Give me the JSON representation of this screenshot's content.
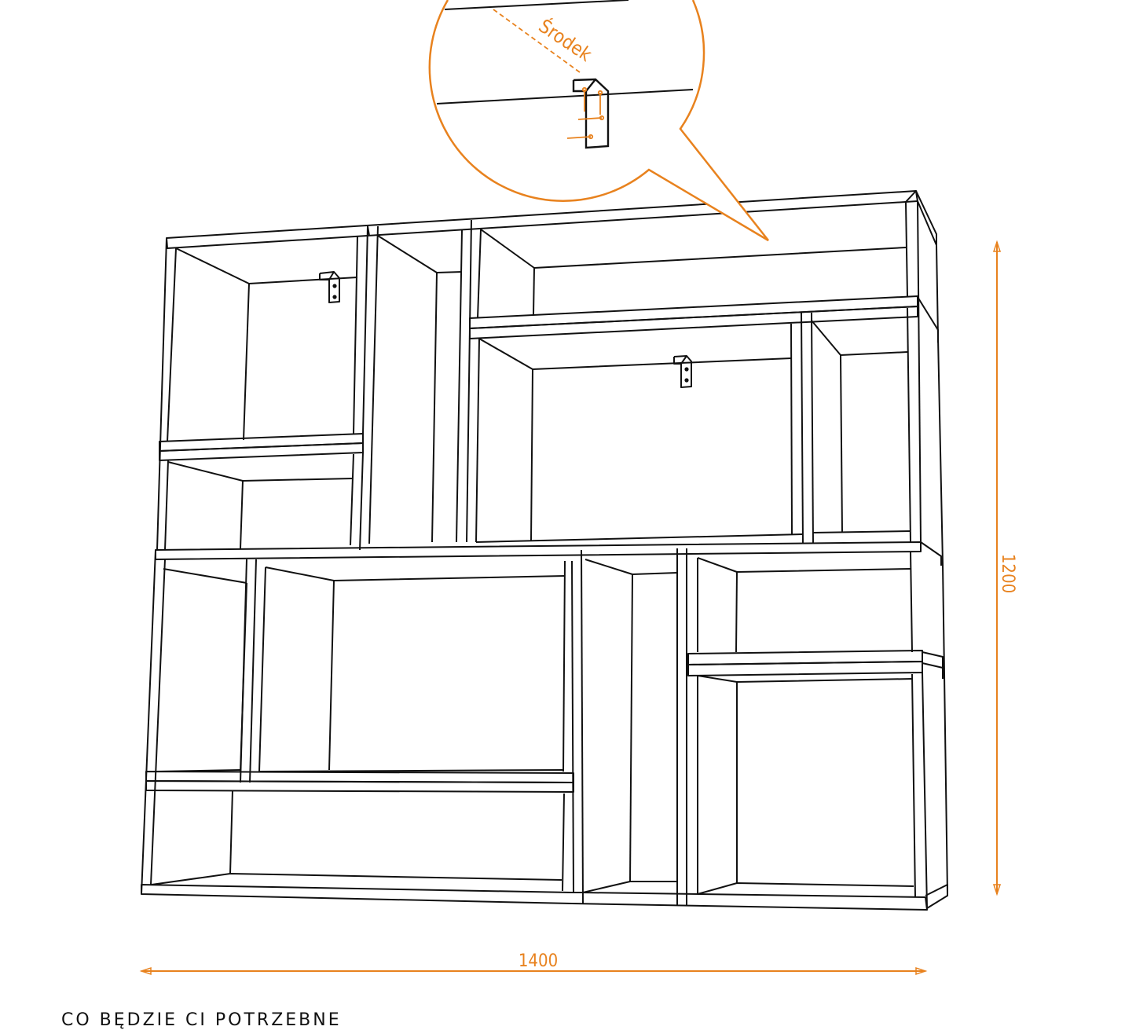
{
  "colors": {
    "line": "#111111",
    "accent": "#e8821e",
    "background": "#ffffff"
  },
  "labels": {
    "center": "Środek",
    "width": "1400",
    "height": "1200",
    "bottom_text": "CO BĘDZIE CI POTRZEBNE"
  },
  "icons": [
    "mounting-bracket-icon",
    "screw-icon"
  ]
}
